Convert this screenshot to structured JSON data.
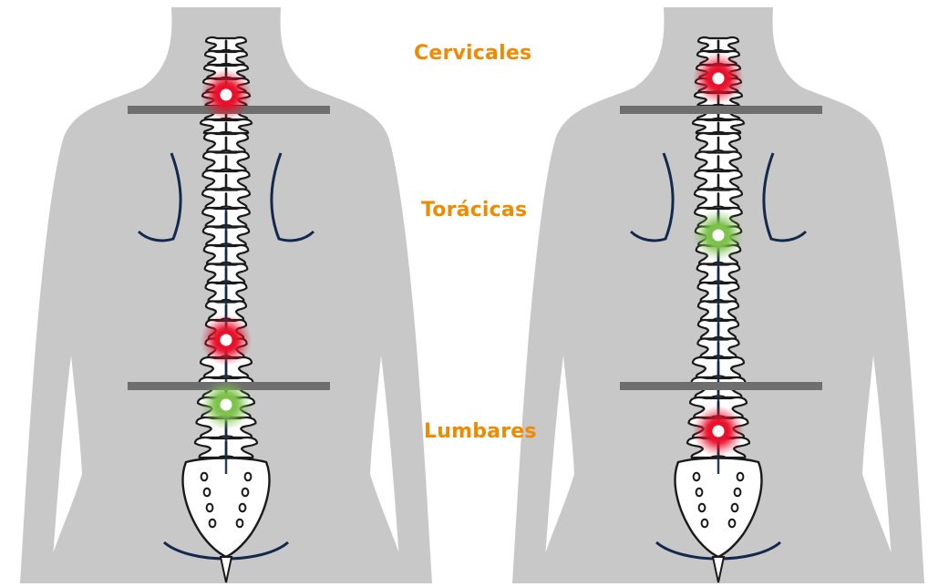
{
  "labels": {
    "cervical": "Cervicales",
    "thoracic": "Torácicas",
    "lumbar": "Lumbares"
  },
  "figures": [
    {
      "id": "left",
      "markers": [
        {
          "region": "cervical",
          "status": "red"
        },
        {
          "region": "thoracic",
          "status": "red"
        },
        {
          "region": "lumbar",
          "status": "green"
        }
      ]
    },
    {
      "id": "right",
      "markers": [
        {
          "region": "cervical",
          "status": "red"
        },
        {
          "region": "thoracic",
          "status": "green"
        },
        {
          "region": "lumbar",
          "status": "red"
        }
      ]
    }
  ],
  "colors": {
    "label": "#f08a00",
    "body": "#c8c8c8",
    "bone_stroke": "#1a1a1a",
    "bone_fill": "#ffffff",
    "divider": "#6e6e6e",
    "scapula": "#13294b",
    "red": "#e8102a",
    "green": "#7cc24a"
  }
}
